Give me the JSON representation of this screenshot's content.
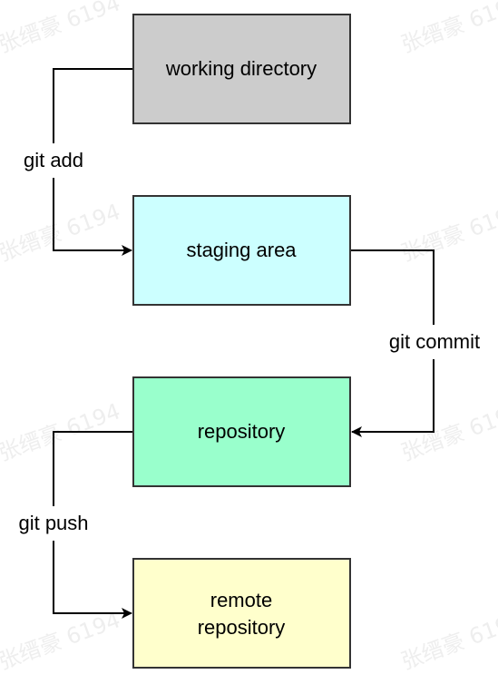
{
  "watermark": "张缙豪 6194",
  "colors": {
    "working_directory": "#cccccc",
    "staging_area": "#ccffff",
    "repository": "#99ffcc",
    "remote_repository": "#ffffcc",
    "stroke": "#333333"
  },
  "nodes": {
    "working_directory": {
      "label": "working directory"
    },
    "staging_area": {
      "label": "staging area"
    },
    "repository": {
      "label": "repository"
    },
    "remote_repository": {
      "line1": "remote",
      "line2": "repository"
    }
  },
  "edges": {
    "git_add": {
      "label": "git add"
    },
    "git_commit": {
      "label": "git commit"
    },
    "git_push": {
      "label": "git push"
    }
  }
}
